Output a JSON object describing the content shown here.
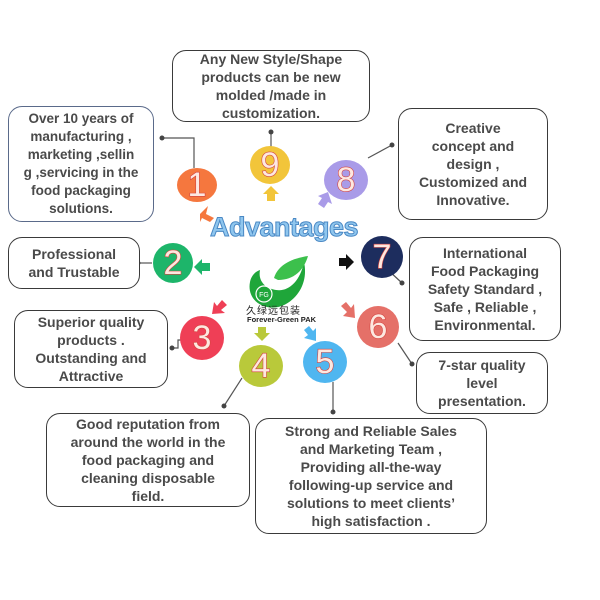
{
  "title": "Advantages",
  "logo": {
    "initials": "FG",
    "chinese_name": "久绿远包装",
    "english_name": "Forever-Green PAK"
  },
  "items": [
    {
      "number": "1",
      "color": "#f5773e",
      "text": "Over 10 years of manufacturing , marketing ,sellin g ,servicing in the food packaging solutions."
    },
    {
      "number": "2",
      "color": "#1db56a",
      "text": "Professional and Trustable"
    },
    {
      "number": "3",
      "color": "#ef3f56",
      "text": "Superior quality products . Outstanding and Attractive"
    },
    {
      "number": "4",
      "color": "#b9c93a",
      "text": "Good reputation from around the world in the food packaging and cleaning disposable field."
    },
    {
      "number": "5",
      "color": "#4fb6f0",
      "text": "Strong and Reliable Sales and Marketing Team , Providing all-the-way following-up service and solutions to meet clients’ high satisfaction ."
    },
    {
      "number": "6",
      "color": "#e57068",
      "text": "7-star quality level presentation."
    },
    {
      "number": "7",
      "color": "#1d2d5e",
      "text": "International Food Packaging Safety Standard , Safe , Reliable , Environmental."
    },
    {
      "number": "8",
      "color": "#a99be8",
      "text": "Creative concept and design , Customized and Innovative."
    },
    {
      "number": "9",
      "color": "#f2c53a",
      "text": "Any New Style/Shape products can be new molded /made in customization."
    }
  ],
  "box_lines": {
    "1": [
      "Over 10 years of",
      "manufacturing ,",
      "marketing ,sellin",
      "g ,servicing in the",
      "food packaging",
      "solutions."
    ],
    "2": [
      "Professional",
      "and Trustable"
    ],
    "3": [
      "Superior quality",
      "products .",
      "Outstanding and",
      "Attractive"
    ],
    "4": [
      "Good reputation from",
      "around the world in the",
      "food packaging and",
      "cleaning disposable",
      "field."
    ],
    "5": [
      "Strong and Reliable Sales",
      "and Marketing Team ,",
      "Providing all-the-way",
      "following-up service and",
      "solutions to meet clients’",
      "high satisfaction ."
    ],
    "6": [
      "7-star quality",
      "level",
      "presentation."
    ],
    "7": [
      "International",
      "Food Packaging",
      "Safety Standard ,",
      "Safe , Reliable ,",
      "Environmental."
    ],
    "8": [
      "Creative",
      "concept and",
      "design ,",
      "Customized and",
      "Innovative."
    ],
    "9": [
      "Any New Style/Shape",
      "products can be new",
      "molded /made in",
      "customization."
    ]
  }
}
